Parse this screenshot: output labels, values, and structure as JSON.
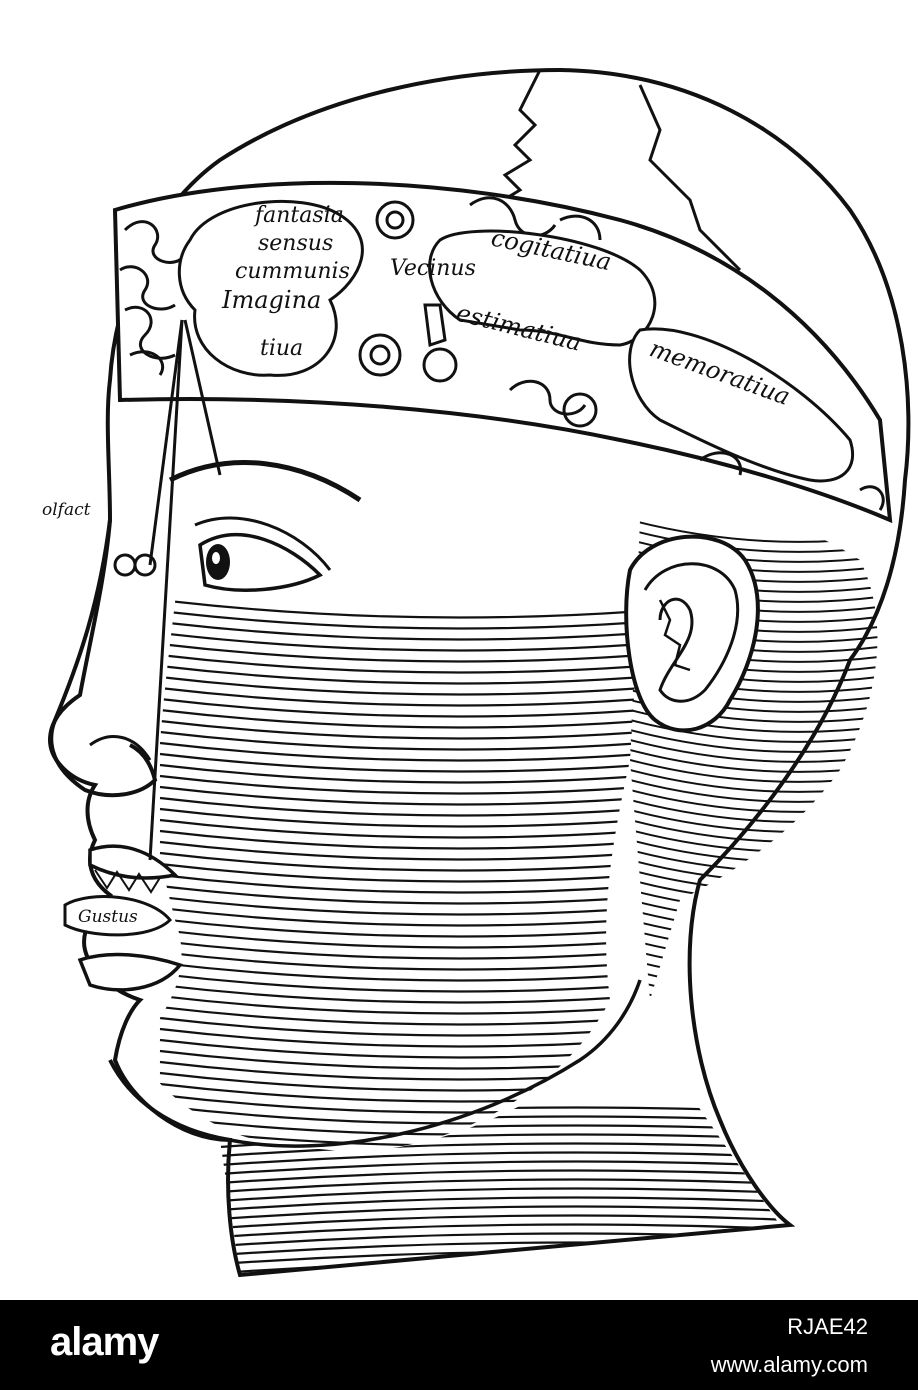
{
  "illustration": {
    "labels": {
      "fantasia": "fantasia",
      "sensus": "sensus",
      "communis": "cummunis",
      "imagina": "Imagina",
      "tiua1": "tiua",
      "vermis": "Vecinus",
      "cogitatiua": "cogitatiua",
      "estimatiua": "estimatiua",
      "memoratiua": "memoratiua",
      "olfactus": "olfact",
      "gustus": "Gustus"
    }
  },
  "footer": {
    "brand": "alamy",
    "image_id": "RJAE42",
    "site": "www.alamy.com"
  },
  "colors": {
    "ink": "#111111",
    "paper": "#ffffff",
    "footer_bg": "#000000"
  }
}
